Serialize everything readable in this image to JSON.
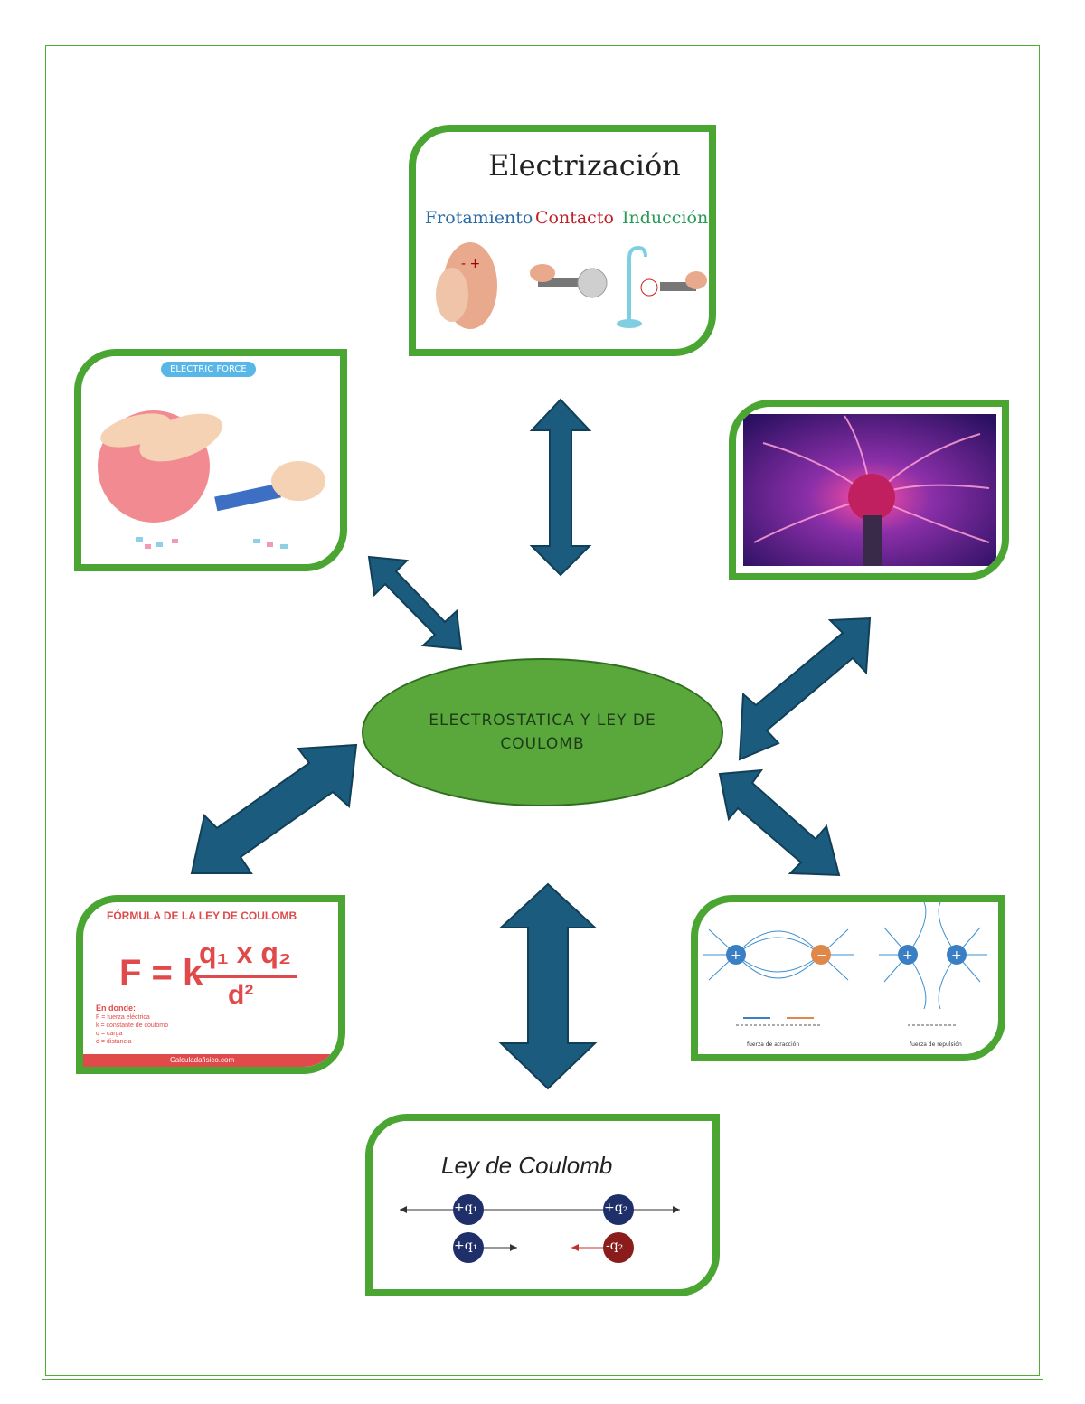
{
  "center": {
    "label": "ELECTROSTATICA Y LEY DE COULOMB"
  },
  "electrizacion": {
    "title": "Electrización",
    "methods": [
      "Frotamiento",
      "Contacto",
      "Inducción"
    ],
    "colors": {
      "frotamiento": "#2a6aa8",
      "contacto": "#c0202a",
      "induccion": "#2a9a5a"
    }
  },
  "electric_force": {
    "banner": "ELECTRIC FORCE"
  },
  "formula": {
    "title": "FÓRMULA DE LA LEY DE COULOMB",
    "lhs": "F = k",
    "numerator": "q₁ x q₂",
    "denominator": "d²",
    "legend_title": "En donde:",
    "legend": [
      "F = fuerza eléctrica",
      "k = constante de coulomb",
      "q = carga",
      "d = distancia"
    ],
    "footer": "Calculadafisico.com"
  },
  "coulomb": {
    "title": "Ley de Coulomb",
    "row1": [
      "+q₁",
      "+q₂"
    ],
    "row2": [
      "+q₁",
      "-q₂"
    ]
  },
  "field_lines": {
    "caption_left": "fuerza de atracción",
    "caption_right": "fuerza de repulsión"
  },
  "theme": {
    "border_green": "#4aa532",
    "arrow_blue": "#1b5b7d",
    "ellipse_green": "#5aa83c"
  }
}
